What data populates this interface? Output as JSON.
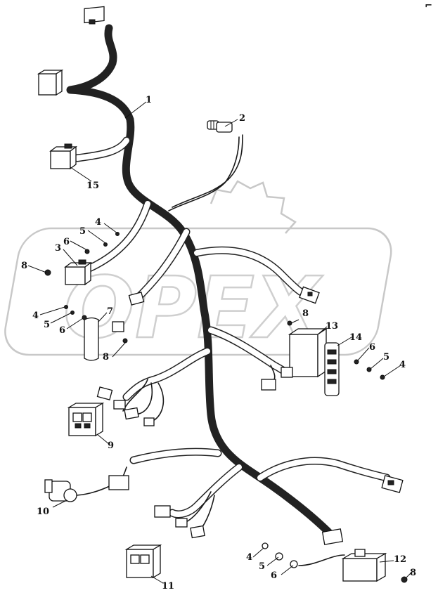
{
  "watermark": {
    "text": "OPEX"
  },
  "corner_mark": "⌐",
  "callouts": {
    "c1": "1",
    "c2": "2",
    "c3": "3",
    "c4a": "4",
    "c4b": "4",
    "c4c": "4",
    "c4d": "4",
    "c5a": "5",
    "c5b": "5",
    "c5c": "5",
    "c5d": "5",
    "c6a": "6",
    "c6b": "6",
    "c6c": "6",
    "c6d": "6",
    "c7": "7",
    "c8a": "8",
    "c8b": "8",
    "c8c": "8",
    "c8d": "8",
    "c9": "9",
    "c10": "10",
    "c11": "11",
    "c12": "12",
    "c13": "13",
    "c14": "14",
    "c15": "15"
  }
}
